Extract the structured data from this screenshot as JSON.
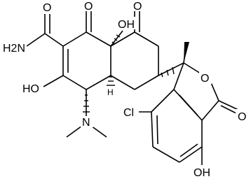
{
  "molecule": {
    "labels": {
      "amide_o": "O",
      "amide_n": "H2N",
      "ketone_o1": "O",
      "oh_ring": "OH",
      "ketone_o2": "O",
      "oh_left": "HO",
      "h_left": "H",
      "n_dimethyl": "N",
      "chlorine": "Cl",
      "lactone_o": "O",
      "lactone_co": "O",
      "oh_bottom": "OH"
    }
  }
}
